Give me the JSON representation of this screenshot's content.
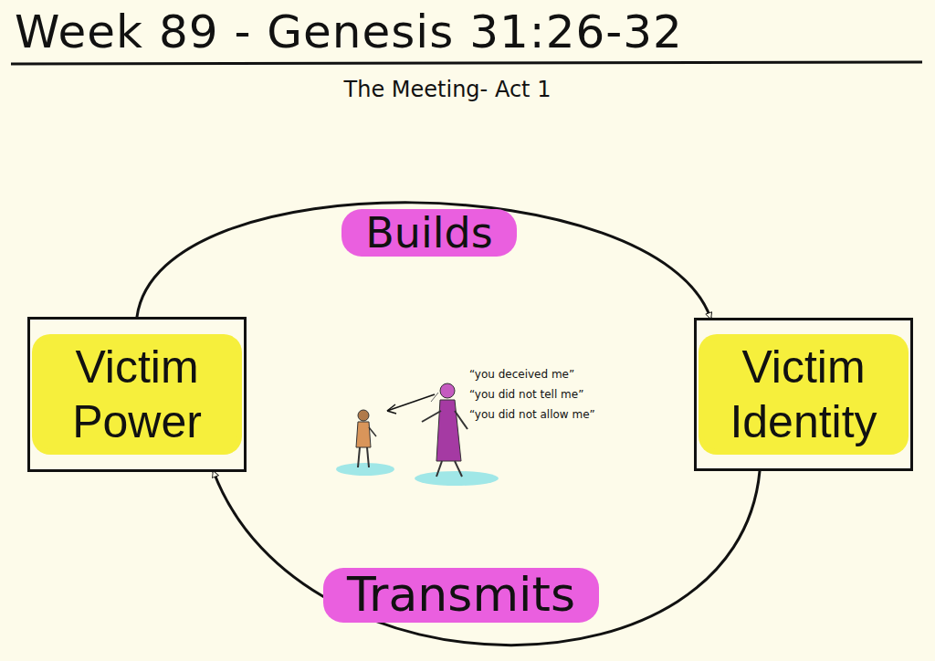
{
  "diagram": {
    "title": "Week 89 - Genesis 31:26-32",
    "nodes": [
      {
        "text": [
          "Victim Power"
        ]
      },
      {
        "text": [
          "Victim Identity"
        ]
      }
    ],
    "edges": [
      {
        "from": 0,
        "to": 1,
        "label": "Builds",
        "arrow": "to"
      },
      {
        "from": 1,
        "to": 0,
        "label": "Transmits",
        "arrow": "to"
      }
    ],
    "labels": [
      "The Meeting- Act 1",
      "“you deceived me”",
      "“you did not tell me”",
      "“you did not allow me”"
    ]
  }
}
